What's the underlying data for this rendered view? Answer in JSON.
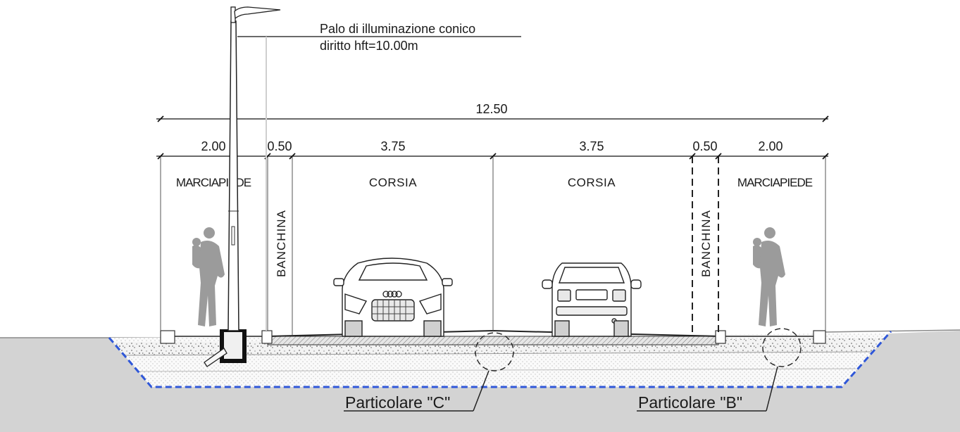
{
  "lamp_note": {
    "line1": "Palo di illuminazione conico",
    "line2": "diritto hft=10.00m"
  },
  "dimensions": {
    "total": "12.50",
    "sidewalk_left": "2.00",
    "shoulder_left": "0.50",
    "lane_left": "3.75",
    "lane_right": "3.75",
    "shoulder_right": "0.50",
    "sidewalk_right": "2.00"
  },
  "zones": {
    "sidewalk_left": "MARCIAPIEDE",
    "shoulder_left": "BANCHINA",
    "lane_left": "CORSIA",
    "lane_right": "CORSIA",
    "shoulder_right": "BANCHINA",
    "sidewalk_right": "MARCIAPIEDE"
  },
  "details": {
    "detail_c": "Particolare \"C\"",
    "detail_b": "Particolare \"B\""
  },
  "colors": {
    "ground": "#d3d3d3",
    "excavation_outline": "#2f57d8",
    "silhouette": "#9b9b9b",
    "line": "#1a1a1a"
  }
}
